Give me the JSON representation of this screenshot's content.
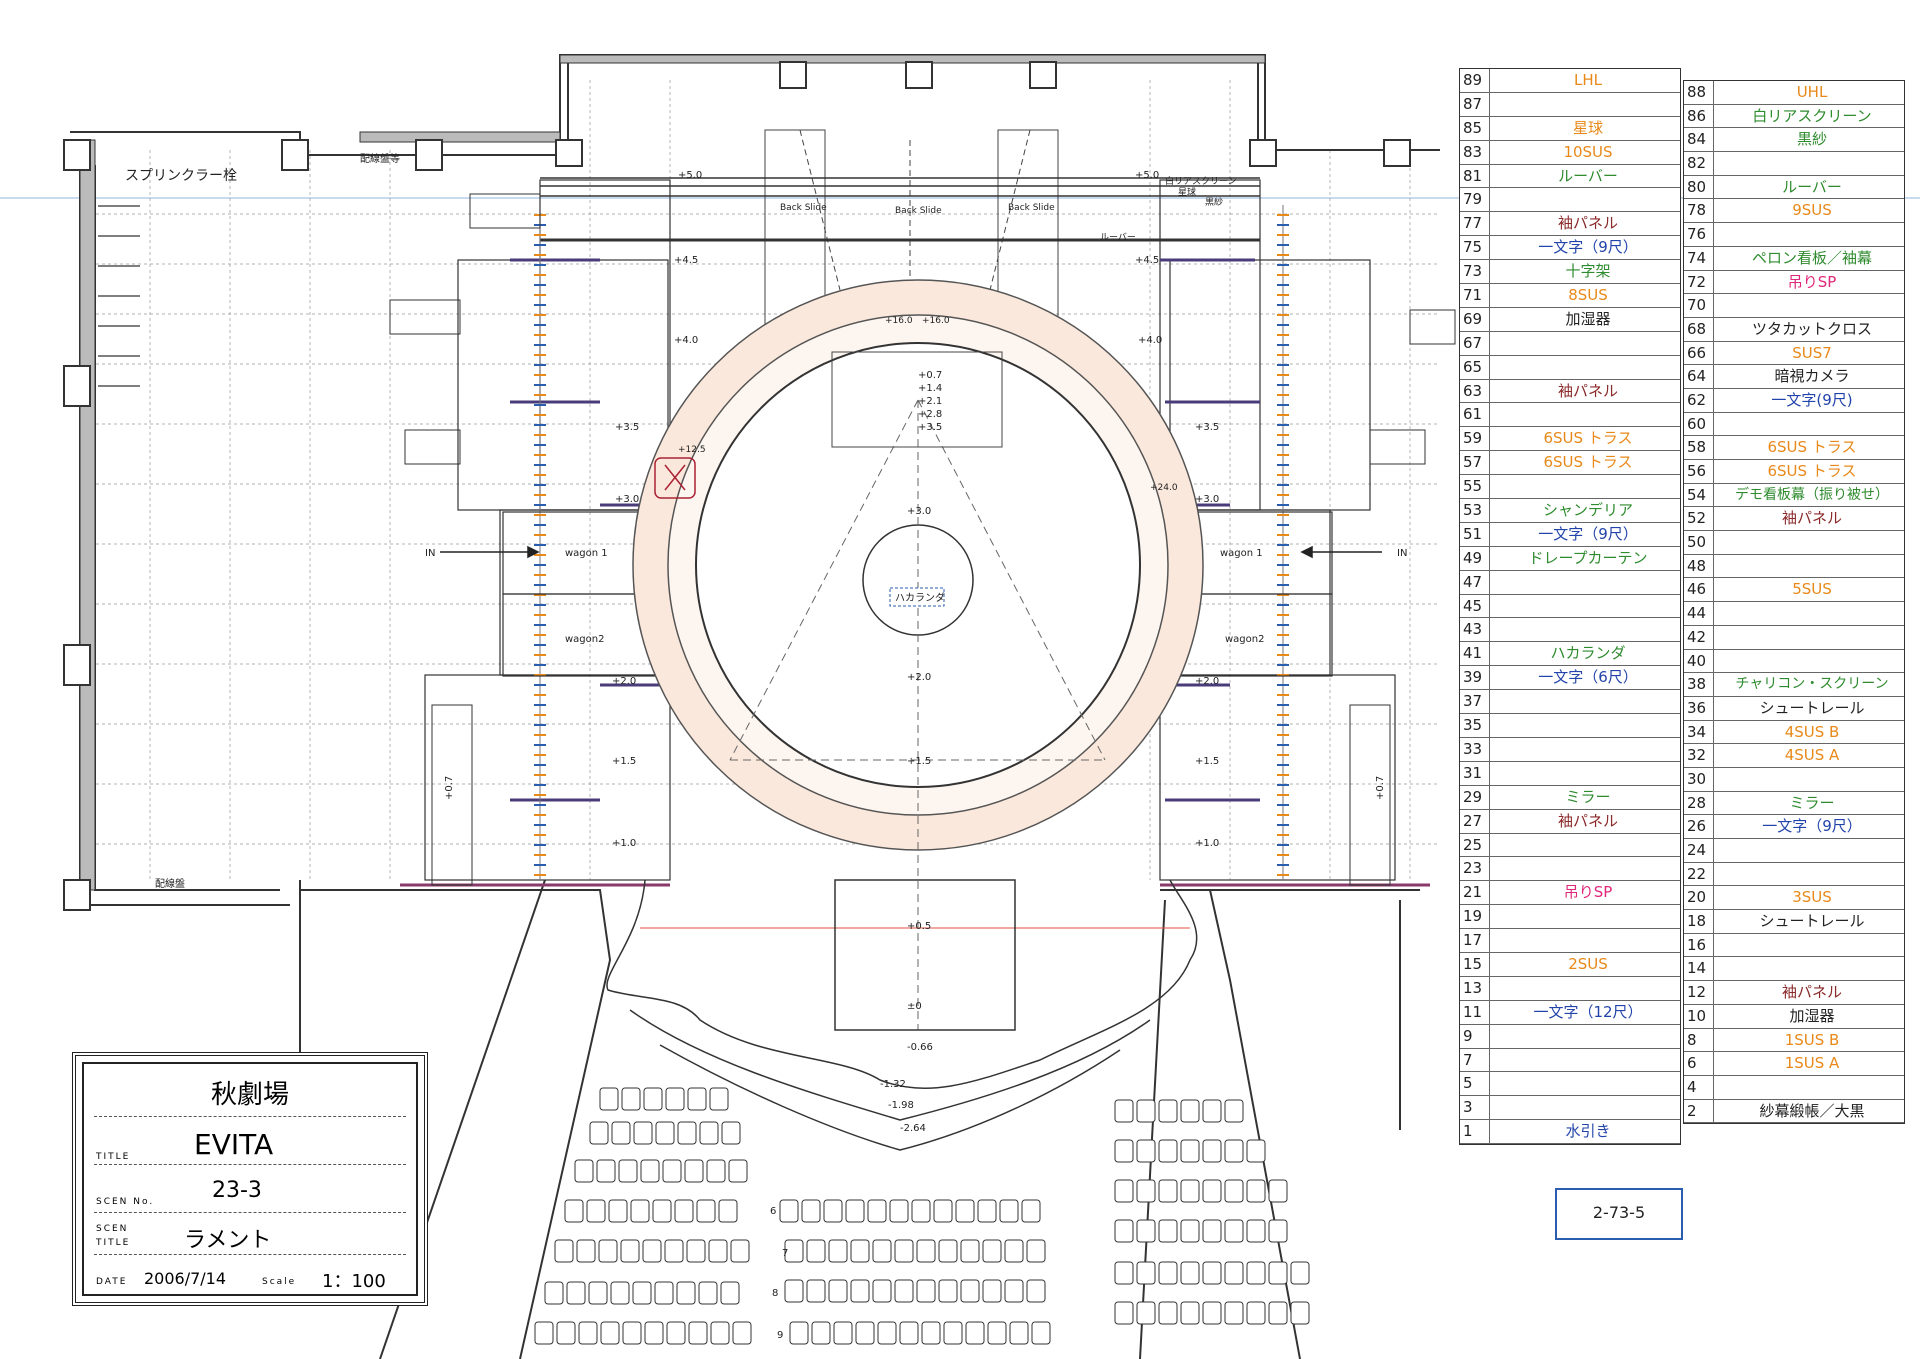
{
  "labels": {
    "sprinkler": "スプリンクラー栓",
    "panel_top": "配線盤等",
    "panel_bottom": "配線盤",
    "back_slide": "Back Slide",
    "back_slide_left": "Back Slide",
    "back_slide_right": "Back Slide",
    "wagon1": "wagon 1",
    "wagon2": "wagon2",
    "in": "IN",
    "hakaranda_center": "ハカランダ",
    "stage_white_screen": "白リアスクリーン",
    "stage_star": "星球",
    "stage_black": "黒紗",
    "stage_louver": "ルーバー"
  },
  "levels": {
    "plus5": "+5.0",
    "plus45": "+4.5",
    "plus40": "+4.0",
    "plus35": "+3.5",
    "plus30": "+3.0",
    "plus20": "+2.0",
    "plus15": "+1.5",
    "plus10": "+1.0",
    "plus05": "+0.5",
    "zero": "±0",
    "m066": "-0.66",
    "m132": "-1.32",
    "m198": "-1.98",
    "m264": "-2.64",
    "plus16": "+16.0",
    "plus125": "+12.5",
    "plus24": "+24.0",
    "p07": "+0.7",
    "p14": "+1.4",
    "p21": "+2.1",
    "p28": "+2.8",
    "p35": "+3.5"
  },
  "seat_rows": [
    "6",
    "7",
    "8",
    "9"
  ],
  "left_table": [
    {
      "num": "89",
      "label": "LHL",
      "color": "orange"
    },
    {
      "num": "87",
      "label": "",
      "color": "black"
    },
    {
      "num": "85",
      "label": "星球",
      "color": "orange"
    },
    {
      "num": "83",
      "label": "10SUS",
      "color": "orange"
    },
    {
      "num": "81",
      "label": "ルーバー",
      "color": "green"
    },
    {
      "num": "79",
      "label": "",
      "color": "black"
    },
    {
      "num": "77",
      "label": "袖パネル",
      "color": "red"
    },
    {
      "num": "75",
      "label": "一文字（9尺）",
      "color": "blue"
    },
    {
      "num": "73",
      "label": "十字架",
      "color": "green"
    },
    {
      "num": "71",
      "label": "8SUS",
      "color": "orange"
    },
    {
      "num": "69",
      "label": "加湿器",
      "color": "black"
    },
    {
      "num": "67",
      "label": "",
      "color": "black"
    },
    {
      "num": "65",
      "label": "",
      "color": "black"
    },
    {
      "num": "63",
      "label": "袖パネル",
      "color": "red"
    },
    {
      "num": "61",
      "label": "",
      "color": "black"
    },
    {
      "num": "59",
      "label": "6SUS トラス",
      "color": "orange"
    },
    {
      "num": "57",
      "label": "6SUS トラス",
      "color": "orange"
    },
    {
      "num": "55",
      "label": "",
      "color": "black"
    },
    {
      "num": "53",
      "label": "シャンデリア",
      "color": "green"
    },
    {
      "num": "51",
      "label": "一文字（9尺）",
      "color": "blue"
    },
    {
      "num": "49",
      "label": "ドレープカーテン",
      "color": "green"
    },
    {
      "num": "47",
      "label": "",
      "color": "black"
    },
    {
      "num": "45",
      "label": "",
      "color": "black"
    },
    {
      "num": "43",
      "label": "",
      "color": "black"
    },
    {
      "num": "41",
      "label": "ハカランダ",
      "color": "green"
    },
    {
      "num": "39",
      "label": "一文字（6尺）",
      "color": "blue"
    },
    {
      "num": "37",
      "label": "",
      "color": "black"
    },
    {
      "num": "35",
      "label": "",
      "color": "black"
    },
    {
      "num": "33",
      "label": "",
      "color": "black"
    },
    {
      "num": "31",
      "label": "",
      "color": "black"
    },
    {
      "num": "29",
      "label": "ミラー",
      "color": "green"
    },
    {
      "num": "27",
      "label": "袖パネル",
      "color": "red"
    },
    {
      "num": "25",
      "label": "",
      "color": "black"
    },
    {
      "num": "23",
      "label": "",
      "color": "black"
    },
    {
      "num": "21",
      "label": "吊りSP",
      "color": "pink"
    },
    {
      "num": "19",
      "label": "",
      "color": "black"
    },
    {
      "num": "17",
      "label": "",
      "color": "black"
    },
    {
      "num": "15",
      "label": "2SUS",
      "color": "orange"
    },
    {
      "num": "13",
      "label": "",
      "color": "black"
    },
    {
      "num": "11",
      "label": "一文字（12尺）",
      "color": "blue"
    },
    {
      "num": "9",
      "label": "",
      "color": "black"
    },
    {
      "num": "7",
      "label": "",
      "color": "black"
    },
    {
      "num": "5",
      "label": "",
      "color": "black"
    },
    {
      "num": "3",
      "label": "",
      "color": "black"
    },
    {
      "num": "1",
      "label": "水引き",
      "color": "blue"
    }
  ],
  "right_table": [
    {
      "num": "88",
      "label": "UHL",
      "color": "orange"
    },
    {
      "num": "86",
      "label": "白リアスクリーン",
      "color": "green"
    },
    {
      "num": "84",
      "label": "黒紗",
      "color": "green"
    },
    {
      "num": "82",
      "label": "",
      "color": "black"
    },
    {
      "num": "80",
      "label": "ルーバー",
      "color": "green"
    },
    {
      "num": "78",
      "label": "9SUS",
      "color": "orange"
    },
    {
      "num": "76",
      "label": "",
      "color": "black"
    },
    {
      "num": "74",
      "label": "ペロン看板／袖幕",
      "color": "green"
    },
    {
      "num": "72",
      "label": "吊りSP",
      "color": "pink"
    },
    {
      "num": "70",
      "label": "",
      "color": "black"
    },
    {
      "num": "68",
      "label": "ツタカットクロス",
      "color": "black"
    },
    {
      "num": "66",
      "label": "SUS7",
      "color": "orange"
    },
    {
      "num": "64",
      "label": "暗視カメラ",
      "color": "black"
    },
    {
      "num": "62",
      "label": "一文字(9尺)",
      "color": "blue"
    },
    {
      "num": "60",
      "label": "",
      "color": "black"
    },
    {
      "num": "58",
      "label": "6SUS トラス",
      "color": "orange"
    },
    {
      "num": "56",
      "label": "6SUS トラス",
      "color": "orange"
    },
    {
      "num": "54",
      "label": "デモ看板幕（振り被せ）",
      "color": "green"
    },
    {
      "num": "52",
      "label": "袖パネル",
      "color": "red"
    },
    {
      "num": "50",
      "label": "",
      "color": "black"
    },
    {
      "num": "48",
      "label": "",
      "color": "black"
    },
    {
      "num": "46",
      "label": "5SUS",
      "color": "orange"
    },
    {
      "num": "44",
      "label": "",
      "color": "black"
    },
    {
      "num": "42",
      "label": "",
      "color": "black"
    },
    {
      "num": "40",
      "label": "",
      "color": "black"
    },
    {
      "num": "38",
      "label": "チャリコン・スクリーン",
      "color": "green"
    },
    {
      "num": "36",
      "label": "シュートレール",
      "color": "black"
    },
    {
      "num": "34",
      "label": "4SUS B",
      "color": "orange"
    },
    {
      "num": "32",
      "label": "4SUS A",
      "color": "orange"
    },
    {
      "num": "30",
      "label": "",
      "color": "black"
    },
    {
      "num": "28",
      "label": "ミラー",
      "color": "green"
    },
    {
      "num": "26",
      "label": "一文字（9尺）",
      "color": "blue"
    },
    {
      "num": "24",
      "label": "",
      "color": "black"
    },
    {
      "num": "22",
      "label": "",
      "color": "black"
    },
    {
      "num": "20",
      "label": "3SUS",
      "color": "orange"
    },
    {
      "num": "18",
      "label": "シュートレール",
      "color": "black"
    },
    {
      "num": "16",
      "label": "",
      "color": "black"
    },
    {
      "num": "14",
      "label": "",
      "color": "black"
    },
    {
      "num": "12",
      "label": "袖パネル",
      "color": "red"
    },
    {
      "num": "10",
      "label": "加湿器",
      "color": "black"
    },
    {
      "num": "8",
      "label": "1SUS B",
      "color": "orange"
    },
    {
      "num": "6",
      "label": "1SUS A",
      "color": "orange"
    },
    {
      "num": "4",
      "label": "",
      "color": "black"
    },
    {
      "num": "2",
      "label": "紗幕緞帳／大黒",
      "color": "black"
    }
  ],
  "title_block": {
    "venue": "秋劇場",
    "title_key": "TITLE",
    "title": "EVITA",
    "scene_no_key": "SCEN No.",
    "scene_no": "23-3",
    "scene_title_key_1": "SCEN",
    "scene_title_key_2": "TITLE",
    "scene_title": "ラメント",
    "date_key": "DATE",
    "date": "2006/7/14",
    "scale_key": "Scale",
    "scale": "1：100"
  },
  "doc_number": "2-73-5"
}
